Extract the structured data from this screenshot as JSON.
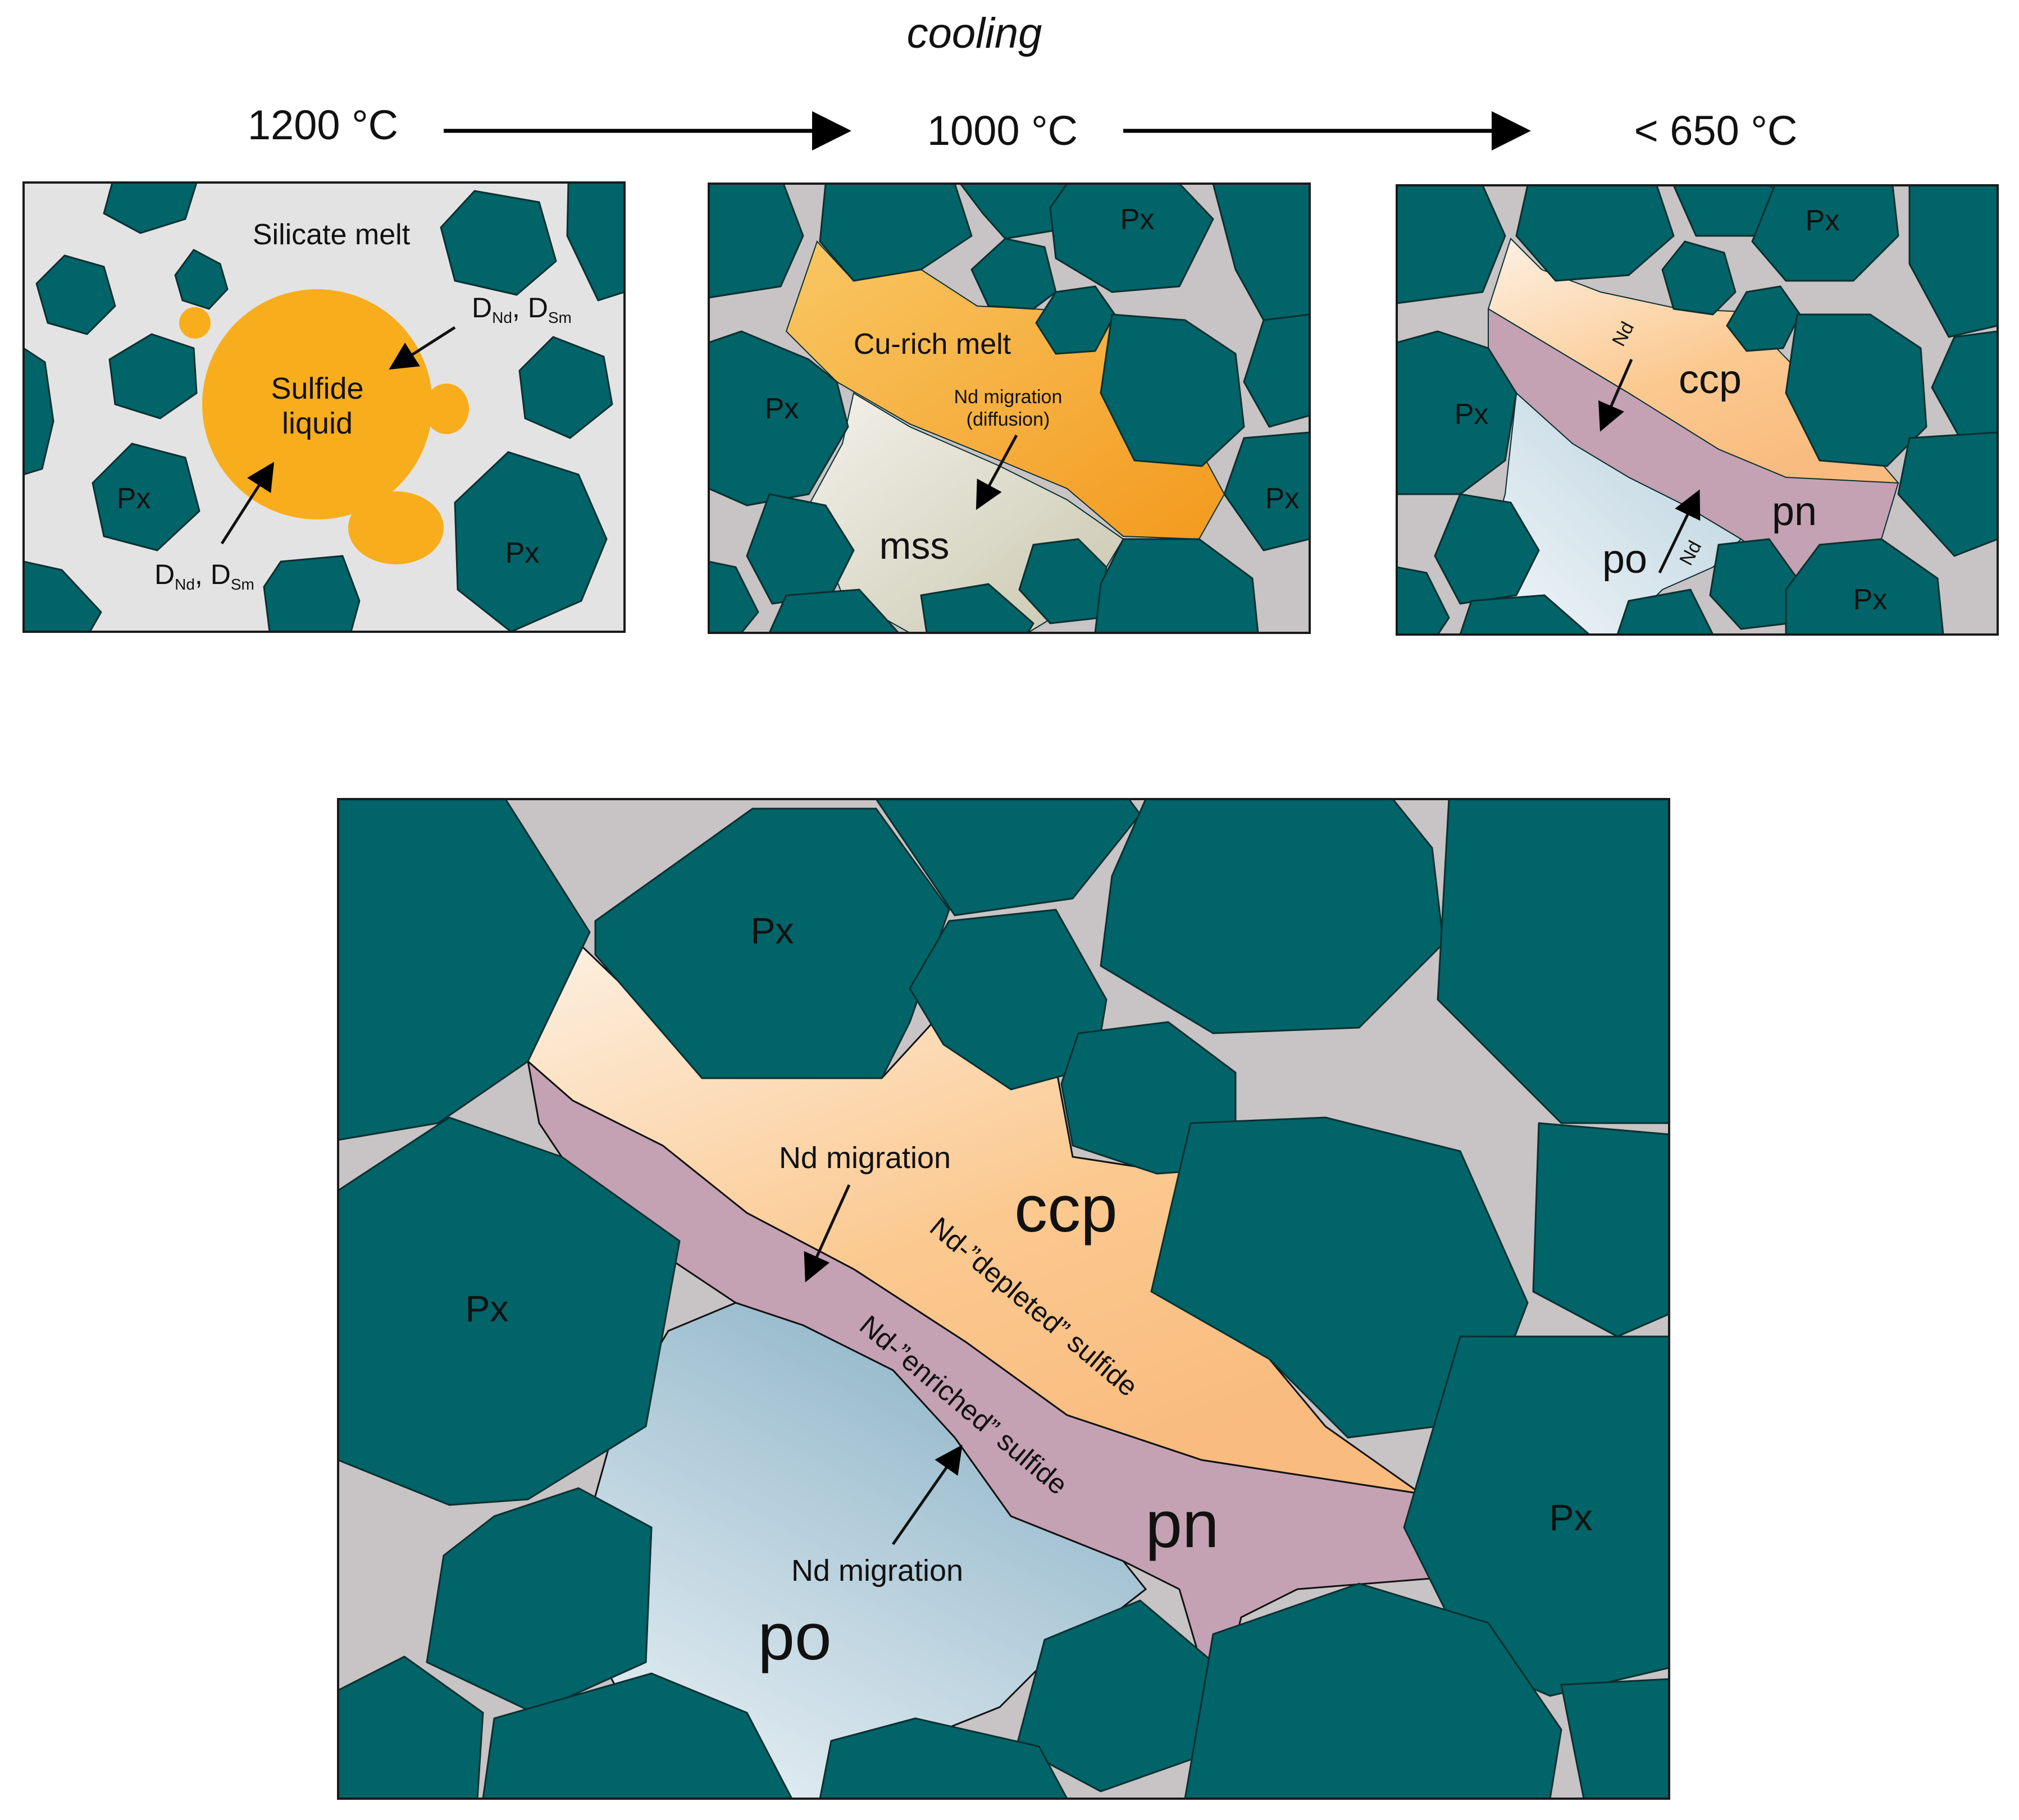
{
  "header": {
    "cooling_label": "cooling",
    "stage_temps": [
      "1200 °C",
      "1000 °C",
      "< 650 °C"
    ]
  },
  "panel1": {
    "silicate_melt": "Silicate melt",
    "sulfide_line1": "Sulfide",
    "sulfide_line2": "liquid",
    "d_symbol": "D",
    "nd_sub": "Nd",
    "sm_sub": "Sm",
    "px": "Px"
  },
  "panel2": {
    "cu_melt": "Cu-rich melt",
    "nd_migration": "Nd migration",
    "diffusion": "(diffusion)",
    "mss": "mss",
    "px": "Px"
  },
  "panel3": {
    "nd": "Nd",
    "ccp": "ccp",
    "pn": "pn",
    "po": "po",
    "px": "Px"
  },
  "panel4": {
    "px": "Px",
    "nd_migration": "Nd migration",
    "ccp": "ccp",
    "pn": "pn",
    "po": "po",
    "depleted": "Nd-”depleted” sulfide",
    "enriched": "Nd-”enriched” sulfide"
  },
  "colors": {
    "pyroxene": "#006468",
    "silicate_melt": "#e4e3e3",
    "sulfide_liquid": "#f8ad1c",
    "cu_rich_melt": "#f5a623",
    "mss": "#dcdac8",
    "interstitial": "#c8c3c4",
    "ccp": "#fbc990",
    "pn": "#c4a1b3",
    "po": "#a9c8d6"
  }
}
